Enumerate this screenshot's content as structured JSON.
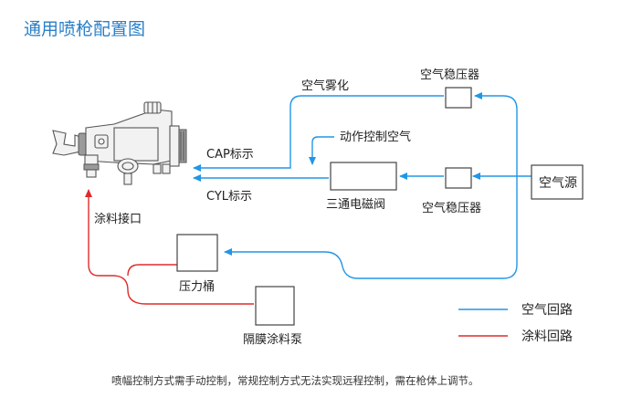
{
  "title": "通用喷枪配置图",
  "labels": {
    "air_atomize": "空气雾化",
    "air_regulator_top": "空气稳压器",
    "control_air": "动作控制空气",
    "cap_label": "CAP标示",
    "cyl_label": "CYL标示",
    "air_source": "空气源",
    "three_way_valve": "三通电磁阀",
    "air_regulator_mid": "空气稳压器",
    "paint_inlet": "涂料接口",
    "pressure_tank": "压力桶",
    "diaphragm_pump": "隔膜涂料泵"
  },
  "legend": {
    "air_circuit": "空气回路",
    "paint_circuit": "涂料回路"
  },
  "colors": {
    "air": "#2196e6",
    "paint": "#e02a2a",
    "title": "#2a7fc8"
  },
  "footnote": "喷幅控制方式需手动控制，常规控制方式无法实现远程控制，需在枪体上调节。"
}
